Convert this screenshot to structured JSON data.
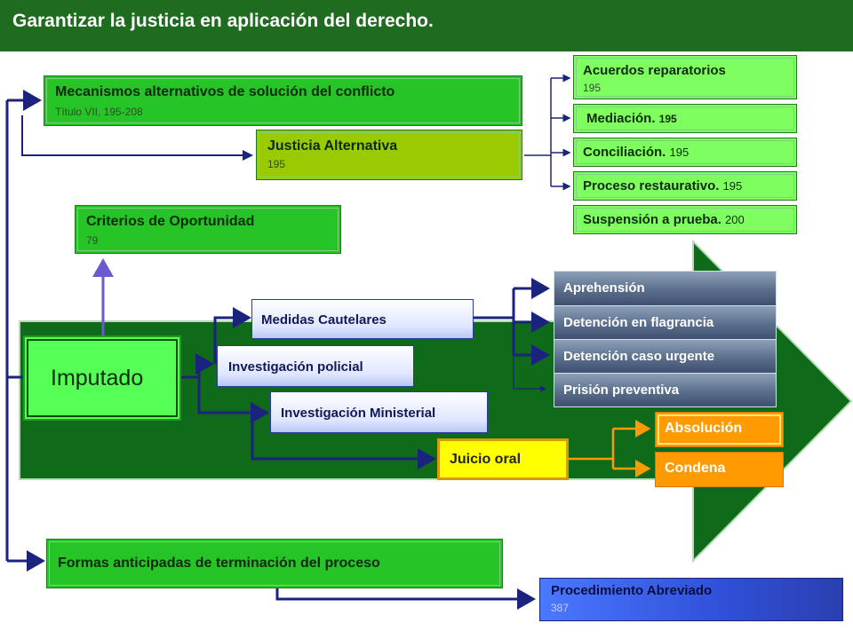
{
  "title": "Garantizar la justicia en aplicación del derecho.",
  "colors": {
    "header_green": "#1f6b1f",
    "dark_green": "#0f6a1a",
    "bright_green": "#27c427",
    "light_green": "#7fff5f",
    "olive": "#9acb00",
    "orange": "#ff9a00",
    "yellow": "#ffff00",
    "connector_navy": "#1a237e"
  },
  "mecanismos": {
    "label": "Mecanismos alternativos de solución del conflicto",
    "sub": "Título VII, 195-208"
  },
  "justicia": {
    "label": "Justicia Alternativa",
    "sub": "195"
  },
  "acuerdos": {
    "label": "Acuerdos reparatorios",
    "sub": "195"
  },
  "mediacion": {
    "label": "Mediación.",
    "ref": "195"
  },
  "conciliacion": {
    "label": "Conciliación.",
    "ref": "195"
  },
  "proceso_restaurativo": {
    "label": "Proceso restaurativo.",
    "ref": "195"
  },
  "suspension": {
    "label": "Suspensión a prueba.",
    "ref": "200"
  },
  "criterios": {
    "label": "Criterios de Oportunidad",
    "sub": "79"
  },
  "imputado": {
    "label": "Imputado"
  },
  "medidas": {
    "label": "Medidas Cautelares"
  },
  "inv_policial": {
    "label": "Investigación policial"
  },
  "inv_ministerial": {
    "label": "Investigación Ministerial"
  },
  "juicio": {
    "label": "Juicio oral"
  },
  "aprehension": {
    "label": "Aprehensión"
  },
  "flagrancia": {
    "label": "Detención en flagrancia"
  },
  "caso_urgente": {
    "label": "Detención caso urgente"
  },
  "prision": {
    "label": "Prisión preventiva"
  },
  "absolucion": {
    "label": "Absolución"
  },
  "condena": {
    "label": "Condena"
  },
  "formas": {
    "label": "Formas anticipadas de terminación del proceso"
  },
  "abreviado": {
    "label": "Procedimiento Abreviado",
    "sub": "387"
  }
}
